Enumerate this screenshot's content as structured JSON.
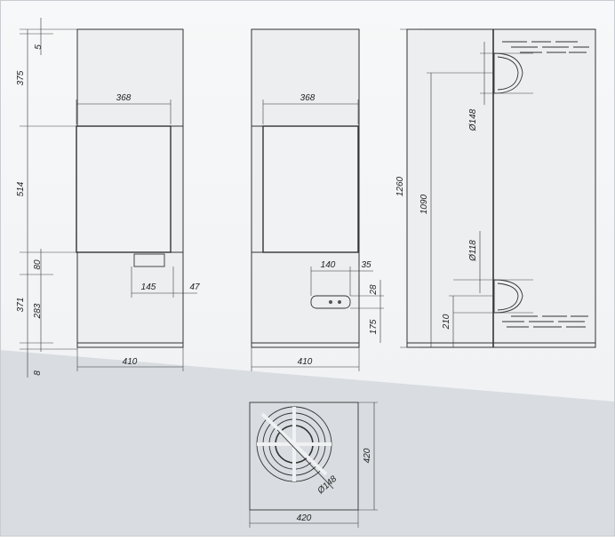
{
  "front_view": {
    "dims": {
      "top_5": "5",
      "top_375": "375",
      "door_width": "368",
      "door_height": "514",
      "ash_80": "80",
      "lower_371": "371",
      "lower_283": "283",
      "bottom_8": "8",
      "handle_145": "145",
      "handle_47": "47",
      "width": "410"
    }
  },
  "front_view_2": {
    "dims": {
      "door_width": "368",
      "handle_140": "140",
      "handle_35": "35",
      "handle_28": "28",
      "handle_175": "175",
      "width": "410"
    }
  },
  "side_view": {
    "dims": {
      "height": "1260",
      "outlet_top": "1090",
      "outlet_top_dia": "Ø148",
      "outlet_rear_dia": "Ø118",
      "outlet_rear": "210"
    }
  },
  "top_view": {
    "dims": {
      "depth": "420",
      "width": "420",
      "flue_dia": "Ø148"
    }
  }
}
